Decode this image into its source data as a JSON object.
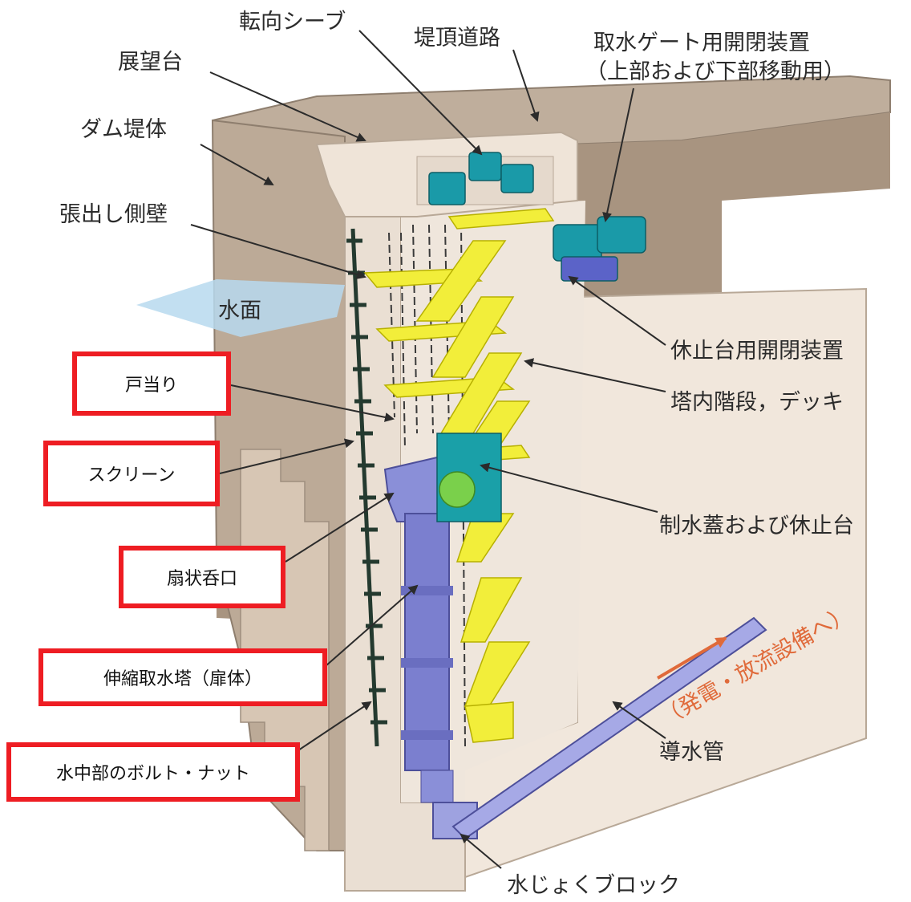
{
  "labels": {
    "tenkou_sheave": "転向シーブ",
    "teichou_douro": "堤頂道路",
    "torimizu_gate_kaiheisouchi": "取水ゲート用開閉装置",
    "torimizu_gate_sub": "（上部および下部移動用）",
    "tenboudai": "展望台",
    "dam_teitai": "ダム堤体",
    "haridashi_sokuheki": "張出し側壁",
    "suimen": "水面",
    "kyuushidai_kaiheisouchi": "休止台用開閉装置",
    "tounai_kaidan": "塔内階段，デッキ",
    "seisuigai": "制水蓋および休止台",
    "hatsuden_houryuu": "（発電・放流設備へ）",
    "dousuikan": "導水管",
    "mizujoku_block": "水じょくブロック"
  },
  "boxed_labels": {
    "toatari": "戸当り",
    "screen": "スクリーン",
    "senjou_donkou": "扇状呑口",
    "shinshuku_torimizutou": "伸縮取水塔（扉体）",
    "suichuubu_bolt_nut": "水中部のボルト・ナット"
  },
  "colors": {
    "callout_border": "#ee1d23",
    "concrete": "#cdb9a6",
    "steel_stair": "#f2ee3a",
    "tower": "#7b7fcf",
    "machinery": "#1a9aa8",
    "water": "#b7d9ef",
    "flow_arrow": "#e06a3a"
  }
}
